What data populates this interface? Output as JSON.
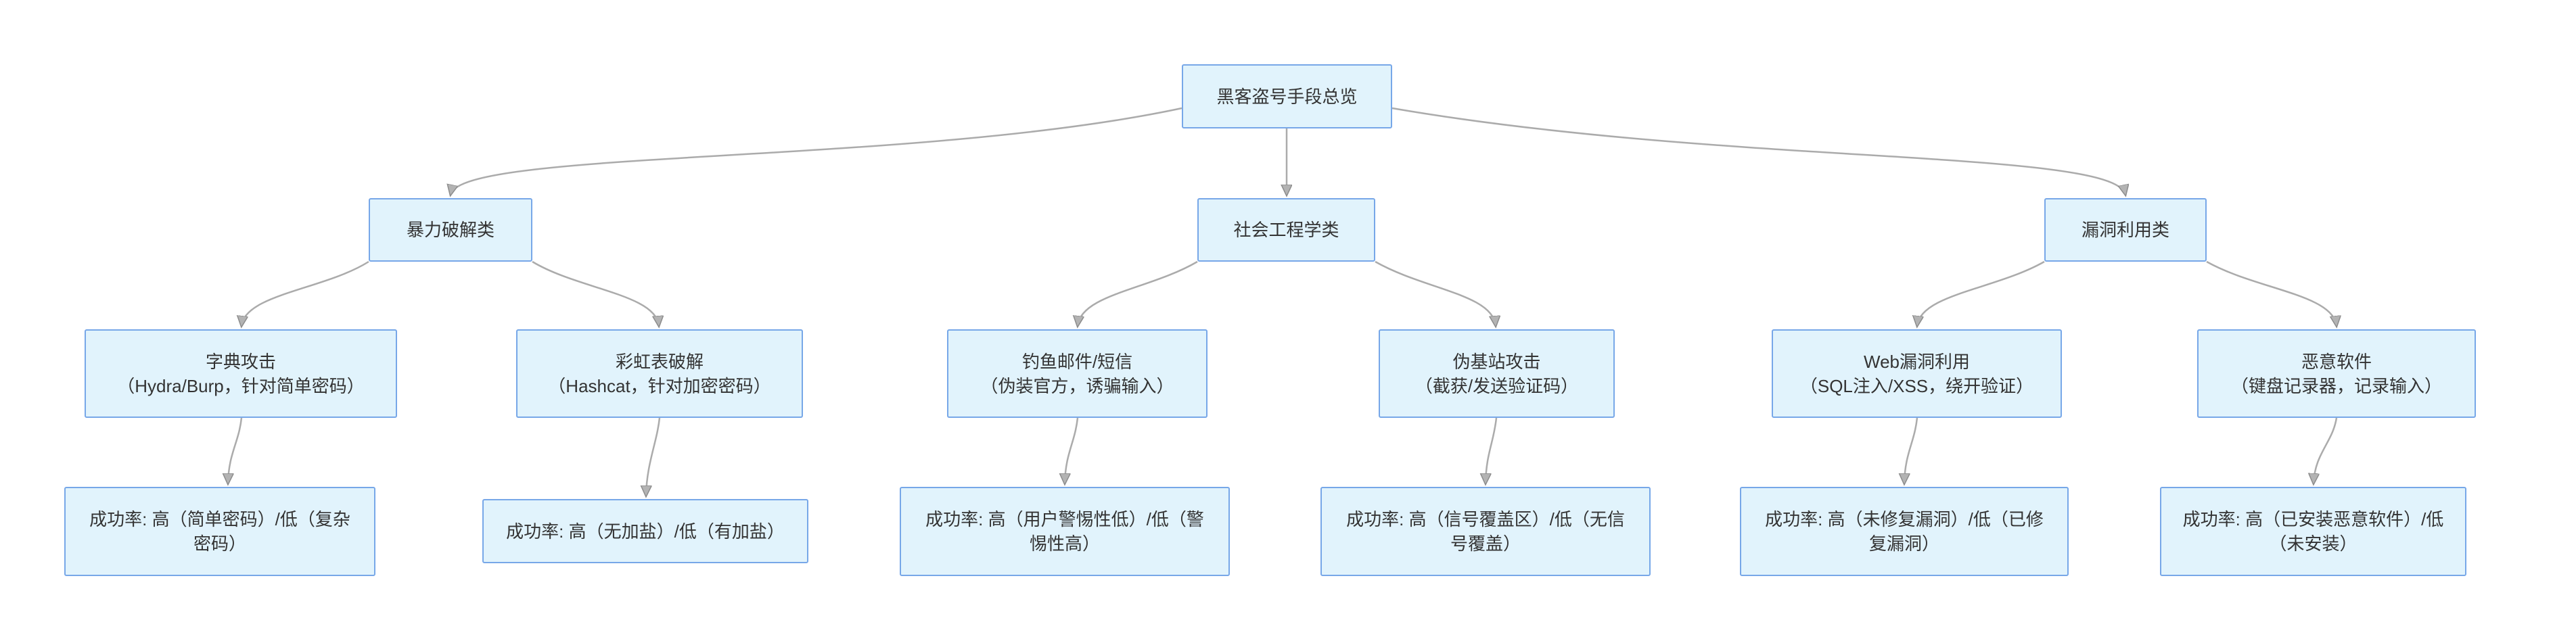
{
  "diagram": {
    "title": "黑客盗号手段总览",
    "root": {
      "id": "root",
      "label": "黑客盗号手段总览"
    },
    "categories": [
      {
        "id": "brute-force",
        "label": "暴力破解类"
      },
      {
        "id": "social-engineering",
        "label": "社会工程学类"
      },
      {
        "id": "vulnerability-exploit",
        "label": "漏洞利用类"
      }
    ],
    "methods": [
      {
        "id": "dictionary-attack",
        "name": "字典攻击",
        "detail": "（Hydra/Burp，针对简单密码）"
      },
      {
        "id": "rainbow-table",
        "name": "彩虹表破解",
        "detail": "（Hashcat，针对加密密码）"
      },
      {
        "id": "phishing",
        "name": "钓鱼邮件/短信",
        "detail": "（伪装官方，诱骗输入）"
      },
      {
        "id": "fake-base-station",
        "name": "伪基站攻击",
        "detail": "（截获/发送验证码）"
      },
      {
        "id": "web-vulnerability",
        "name": "Web漏洞利用",
        "detail": "（SQL注入/XSS，绕开验证）"
      },
      {
        "id": "malware",
        "name": "恶意软件",
        "detail": "（键盘记录器，记录输入）"
      }
    ],
    "success_rates": [
      {
        "id": "dictionary-success",
        "label": "成功率: 高（简单密码）/低（复杂密码）"
      },
      {
        "id": "rainbow-success",
        "label": "成功率: 高（无加盐）/低（有加盐）"
      },
      {
        "id": "phishing-success",
        "label": "成功率: 高（用户警惕性低）/低（警惕性高）"
      },
      {
        "id": "fake-base-success",
        "label": "成功率: 高（信号覆盖区）/低（无信号覆盖）"
      },
      {
        "id": "web-vuln-success",
        "label": "成功率: 高（未修复漏洞）/低（已修复漏洞）"
      },
      {
        "id": "malware-success",
        "label": "成功率: 高（已安装恶意软件）/低（未安装）"
      }
    ],
    "edges": [
      {
        "from": "root",
        "to": "brute-force"
      },
      {
        "from": "root",
        "to": "social-engineering"
      },
      {
        "from": "root",
        "to": "vulnerability-exploit"
      },
      {
        "from": "brute-force",
        "to": "dictionary-attack"
      },
      {
        "from": "brute-force",
        "to": "rainbow-table"
      },
      {
        "from": "social-engineering",
        "to": "phishing"
      },
      {
        "from": "social-engineering",
        "to": "fake-base-station"
      },
      {
        "from": "vulnerability-exploit",
        "to": "web-vulnerability"
      },
      {
        "from": "vulnerability-exploit",
        "to": "malware"
      },
      {
        "from": "dictionary-attack",
        "to": "dictionary-success"
      },
      {
        "from": "rainbow-table",
        "to": "rainbow-success"
      },
      {
        "from": "phishing",
        "to": "phishing-success"
      },
      {
        "from": "fake-base-station",
        "to": "fake-base-success"
      },
      {
        "from": "web-vulnerability",
        "to": "web-vuln-success"
      },
      {
        "from": "malware",
        "to": "malware-success"
      }
    ]
  },
  "colors": {
    "node_fill": "#E1F3FC",
    "node_border": "#77A7E8",
    "edge_color": "#ABABAB",
    "text_color": "#333333",
    "bg_color": "#FFFFFF"
  }
}
